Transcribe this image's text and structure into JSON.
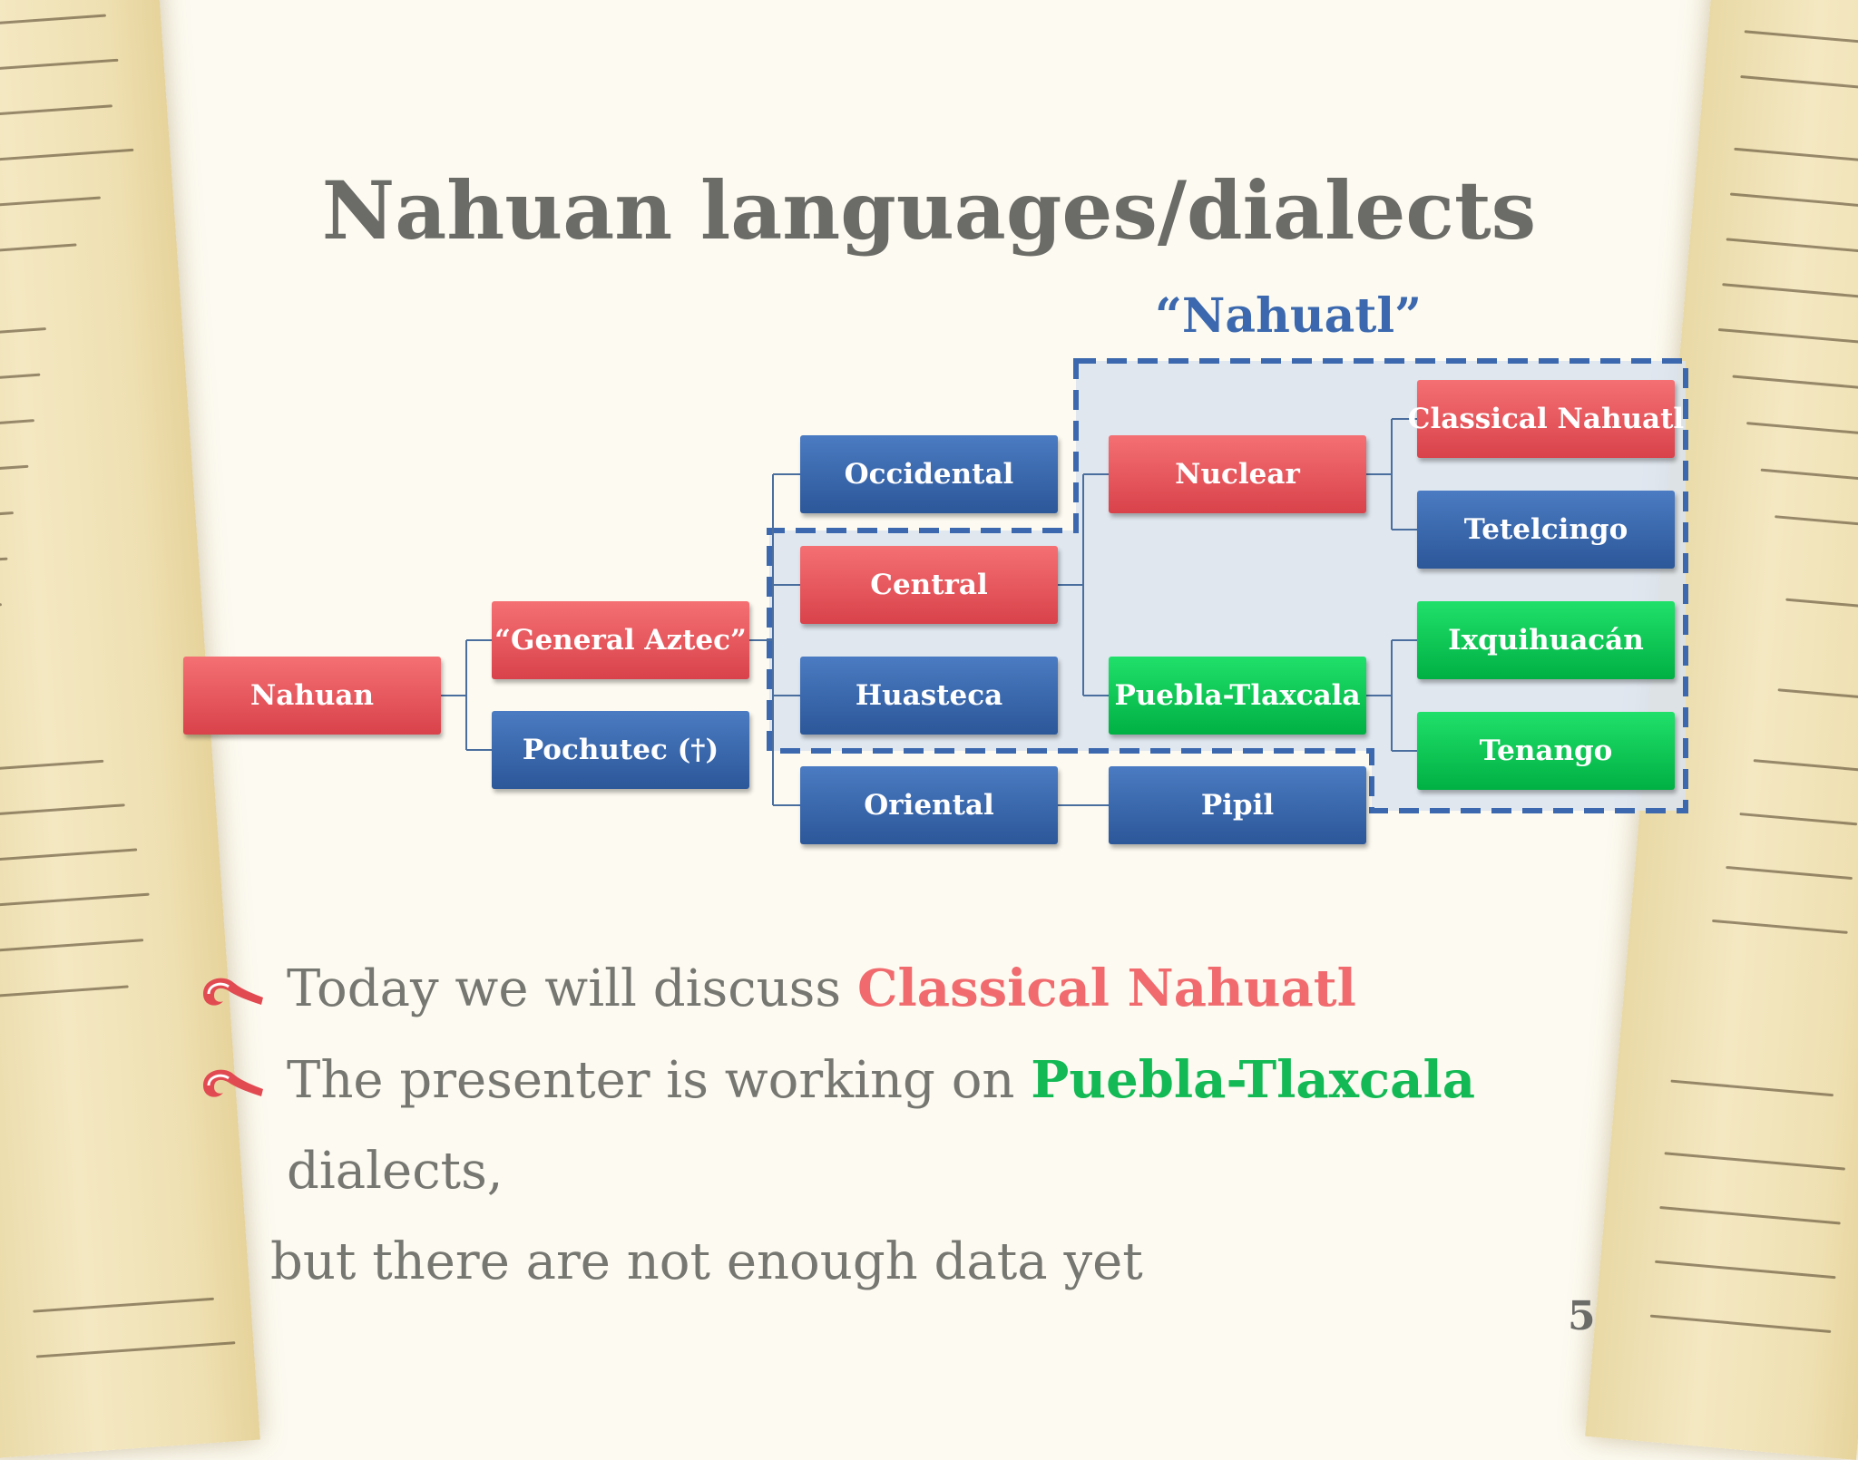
{
  "slide": {
    "title": "Nahuan languages/dialects",
    "group_label": "“Nahuatl”",
    "page_number": "5"
  },
  "nodes": {
    "nahuan": "Nahuan",
    "general_aztec": "“General Aztec”",
    "pochutec": "Pochutec (†)",
    "occidental": "Occidental",
    "central": "Central",
    "huasteca": "Huasteca",
    "oriental": "Oriental",
    "nuclear": "Nuclear",
    "puebla_tlaxcala": "Puebla-Tlaxcala",
    "pipil": "Pipil",
    "classical_nahuatl": "Classical Nahuatl",
    "tetelcingo": "Tetelcingo",
    "ixquihuacan": "Ixquihuacán",
    "tenango": "Tenango"
  },
  "bullets": {
    "b1_prefix": "Today we will discuss ",
    "b1_highlight": "Classical Nahuatl",
    "b2_prefix": "The presenter is working on ",
    "b2_highlight": "Puebla-Tlaxcala",
    "b2_suffix": " dialects,",
    "b2_continuation": "but there are not enough data yet"
  },
  "colors": {
    "red_node": "#e4525a",
    "blue_node": "#3566ae",
    "green_node": "#0ccb55",
    "dashed_border": "#3b68ae",
    "group_fill": "#dbe3ef",
    "title_text": "#6b6b68",
    "highlight_red": "#f06a6e",
    "highlight_green": "#12b954"
  },
  "icons": {
    "bullet": "curl-bullet-icon"
  }
}
